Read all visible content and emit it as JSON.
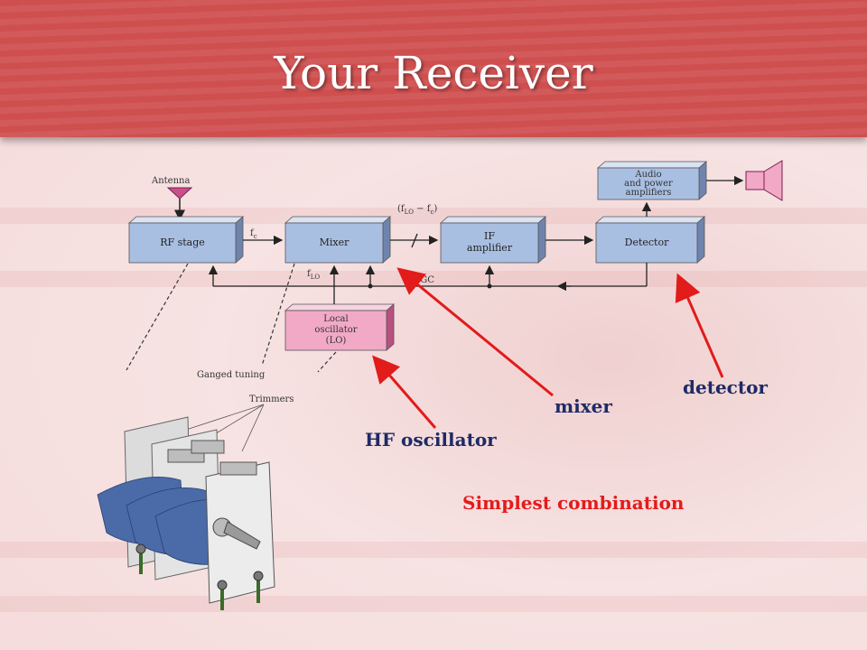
{
  "slide": {
    "title": "Your Receiver"
  },
  "diagram": {
    "antenna": "Antenna",
    "rf_stage": "RF stage",
    "mixer": "Mixer",
    "if_amp_1": "IF",
    "if_amp_2": "amplifier",
    "detector": "Detector",
    "audio_1": "Audio",
    "audio_2": "and power",
    "audio_3": "amplifiers",
    "lo_1": "Local",
    "lo_2": "oscillator",
    "lo_3": "(LO)",
    "fc": "f",
    "fc_sub": "c",
    "flo": "f",
    "flo_sub": "LO",
    "diff_open": "(f",
    "diff_lo": "LO",
    "diff_minus": " − f",
    "diff_c": "c",
    "diff_close": ")",
    "agc": "AGC",
    "ganged": "Ganged tuning",
    "trimmers": "Trimmers"
  },
  "annotations": {
    "detector": "detector",
    "mixer": "mixer",
    "hf_osc": "HF oscillator",
    "simplest": "Simplest combination"
  },
  "colors": {
    "header": "#cf4f4f",
    "block_blue": "#a9bfe2",
    "block_pink": "#f1a9c6",
    "arrow_red": "#e21b1b",
    "label_navy": "#1d2a66",
    "label_red": "#e31b1b"
  }
}
